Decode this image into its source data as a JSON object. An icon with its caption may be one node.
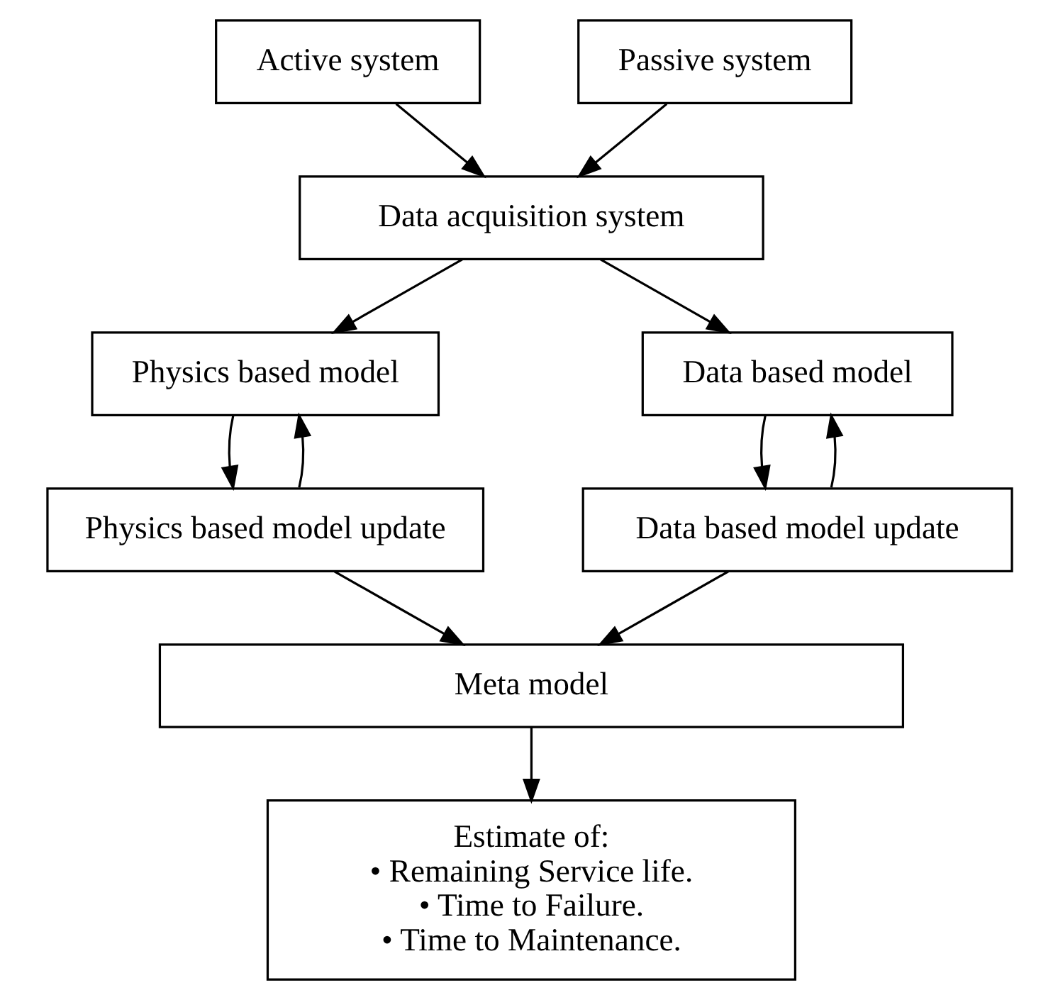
{
  "diagram": {
    "nodes": [
      {
        "text": [
          "Active system"
        ]
      },
      {
        "text": [
          "Passive system"
        ]
      },
      {
        "text": [
          "Data acquisition system"
        ]
      },
      {
        "text": [
          "Physics based model"
        ]
      },
      {
        "text": [
          "Data based model"
        ]
      },
      {
        "text": [
          "Physics based model update"
        ]
      },
      {
        "text": [
          "Data based model update"
        ]
      },
      {
        "text": [
          "Meta model"
        ]
      },
      {
        "text": [
          "Estimate of:",
          "• Remaining Service life.",
          "• Time to Failure.",
          "• Time to Maintenance."
        ]
      }
    ],
    "edges": [
      {
        "from": 0,
        "to": 2,
        "arrow": "to"
      },
      {
        "from": 1,
        "to": 2,
        "arrow": "to"
      },
      {
        "from": 2,
        "to": 3,
        "arrow": "to"
      },
      {
        "from": 2,
        "to": 4,
        "arrow": "to"
      },
      {
        "from": 3,
        "to": 5,
        "arrow": "to"
      },
      {
        "from": 5,
        "to": 3,
        "arrow": "to"
      },
      {
        "from": 4,
        "to": 6,
        "arrow": "to"
      },
      {
        "from": 6,
        "to": 4,
        "arrow": "to"
      },
      {
        "from": 5,
        "to": 7,
        "arrow": "to"
      },
      {
        "from": 6,
        "to": 7,
        "arrow": "to"
      },
      {
        "from": 7,
        "to": 8,
        "arrow": "to"
      }
    ]
  }
}
